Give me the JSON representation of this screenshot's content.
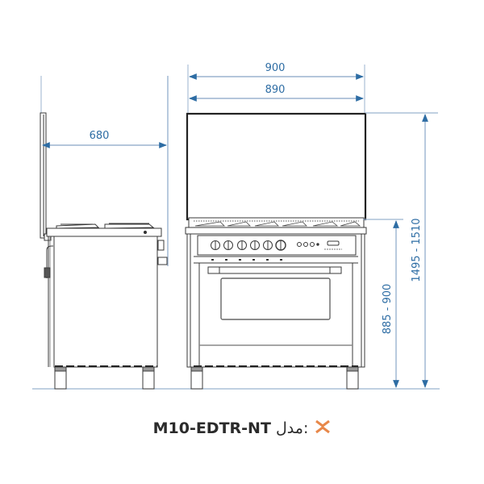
{
  "diagram": {
    "subject": "Freestanding gas range - dimension drawing",
    "views": [
      "side-view",
      "front-view"
    ],
    "colors": {
      "dimension": "#2e6da4",
      "extension_line": "#9bb3cf",
      "outline": "#3a3a3a",
      "accent_mark": "#e8884a",
      "caption_text": "#2b2b2b"
    },
    "dimensions": {
      "depth": "680",
      "total_width": "900",
      "inner_width": "890",
      "worktop_height": "885 - 900",
      "total_height": "1495 - 1510"
    },
    "units": "mm"
  },
  "caption": {
    "label": "مدل:",
    "model": "M10-EDTR-NT",
    "mark_icon": "double-chevron-cross-icon"
  }
}
